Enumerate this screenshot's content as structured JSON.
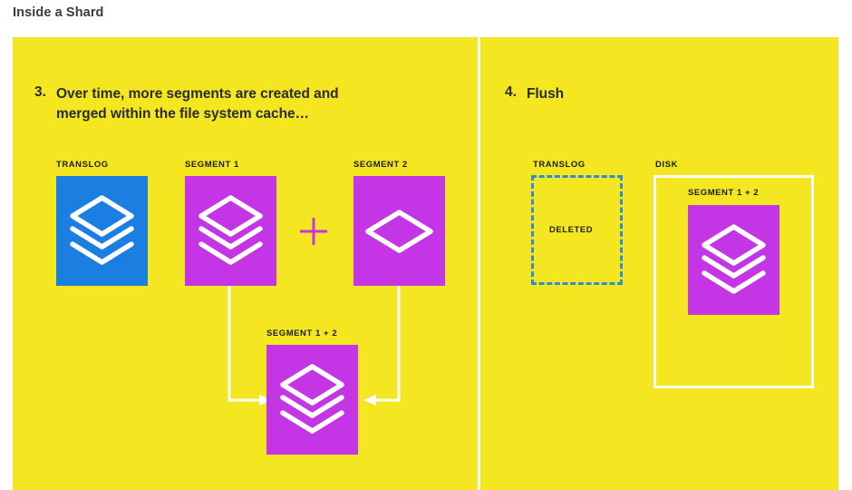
{
  "page": {
    "title": "Inside a Shard"
  },
  "colors": {
    "canvas_yellow": "#f4e621",
    "segment_magenta": "#c335e5",
    "translog_blue": "#1a7fe0",
    "dashed_blue": "#2b8fd8",
    "divider_white": "#ffffff",
    "text_dark": "#2b2b2b",
    "title_gray": "#3b3b3b",
    "arrow_white": "#ffffff",
    "plus_magenta": "#c335e5"
  },
  "panels": [
    {
      "id": "panel-left",
      "step_number": "3.",
      "step_title_line1": "Over time, more segments are created and",
      "step_title_line2": "merged within the file system cache…",
      "items": [
        {
          "name": "translog",
          "label": "TRANSLOG",
          "icon": "layers-stack-icon",
          "fill": "#1a7fe0"
        },
        {
          "name": "segment-1",
          "label": "SEGMENT 1",
          "icon": "layers-stack-icon",
          "fill": "#c335e5"
        },
        {
          "name": "segment-2",
          "label": "SEGMENT 2",
          "icon": "single-diamond-icon",
          "fill": "#c335e5"
        },
        {
          "name": "segment-1-plus-2",
          "label": "SEGMENT 1 + 2",
          "icon": "layers-stack-icon",
          "fill": "#c335e5"
        }
      ],
      "operator": "+",
      "arrows": [
        {
          "name": "merge-arrow-left",
          "from": "segment-1",
          "to": "segment-1-plus-2",
          "direction": "right"
        },
        {
          "name": "merge-arrow-right",
          "from": "segment-2",
          "to": "segment-1-plus-2",
          "direction": "left"
        }
      ]
    },
    {
      "id": "panel-right",
      "step_number": "4.",
      "step_title_line1": "Flush",
      "step_title_line2": "",
      "items": [
        {
          "name": "translog-deleted",
          "label": "TRANSLOG",
          "state": "DELETED",
          "icon": "dashed-empty-box-icon"
        },
        {
          "name": "disk",
          "label": "DISK",
          "icon": "disk-frame-icon"
        },
        {
          "name": "disk-segment-1-plus-2",
          "label": "SEGMENT 1 + 2",
          "icon": "layers-stack-icon",
          "fill": "#c335e5"
        }
      ]
    }
  ]
}
